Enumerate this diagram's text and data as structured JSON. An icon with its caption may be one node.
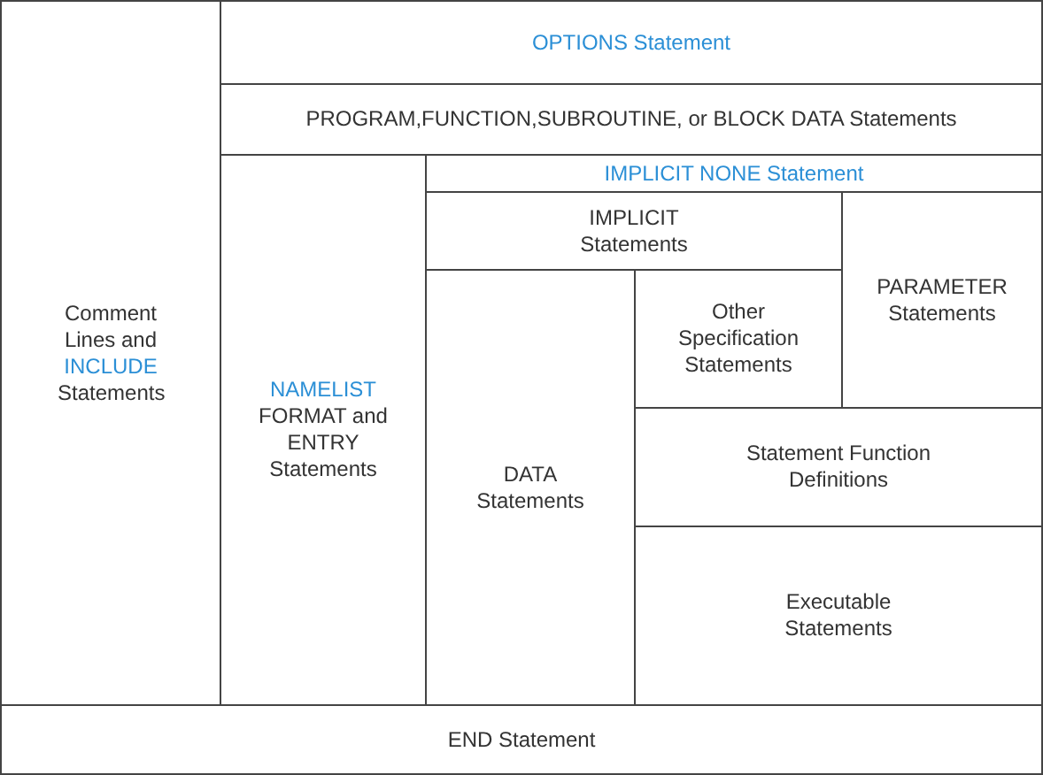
{
  "diagram": {
    "nodes": [
      {
        "text": [
          "Comment Lines and",
          "INCLUDE",
          "Statements"
        ]
      },
      {
        "text": [
          "OPTIONS Statement"
        ]
      },
      {
        "text": [
          "PROGRAM,FUNCTION,SUBROUTINE, or BLOCK DATA Statements"
        ]
      },
      {
        "text": [
          "NAMELIST",
          "FORMAT and ENTRY Statements"
        ]
      },
      {
        "text": [
          "IMPLICIT NONE Statement"
        ]
      },
      {
        "text": [
          "IMPLICIT Statements"
        ]
      },
      {
        "text": [
          "PARAMETER Statements"
        ]
      },
      {
        "text": [
          "DATA Statements"
        ]
      },
      {
        "text": [
          "Other Specification Statements"
        ]
      },
      {
        "text": [
          "Statement Function Definitions"
        ]
      },
      {
        "text": [
          "Executable Statements"
        ]
      },
      {
        "text": [
          "END Statement"
        ]
      }
    ]
  }
}
